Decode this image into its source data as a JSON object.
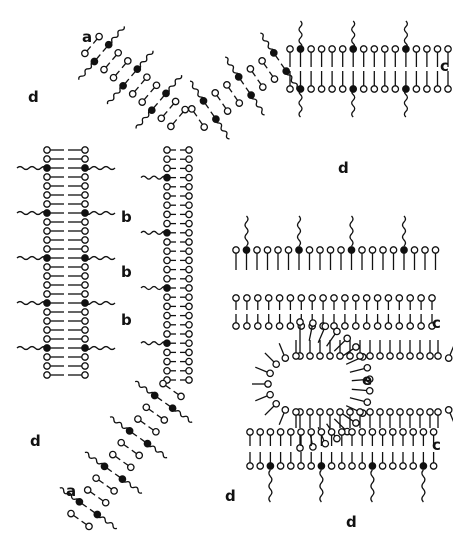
{
  "diagram": {
    "labels": {
      "a": "a",
      "b": "b",
      "c": "c",
      "d": "d",
      "e": "e"
    },
    "colors": {
      "ink": "#111111",
      "background": "#ffffff"
    }
  }
}
